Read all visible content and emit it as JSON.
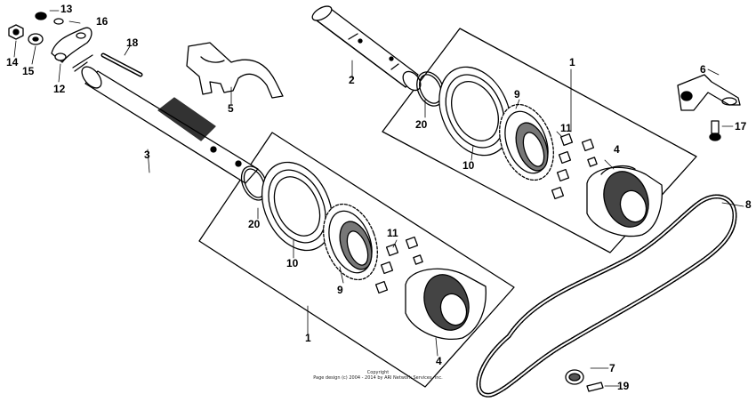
{
  "diagram": {
    "callouts": {
      "c1_top": "1",
      "c1_bottom": "1",
      "c2": "2",
      "c3": "3",
      "c4_top": "4",
      "c4_bottom": "4",
      "c5": "5",
      "c6": "6",
      "c7": "7",
      "c8": "8",
      "c9_top": "9",
      "c9_bottom": "9",
      "c10_top": "10",
      "c10_bottom": "10",
      "c11_top": "11",
      "c11_bottom": "11",
      "c12": "12",
      "c13": "13",
      "c14": "14",
      "c15": "15",
      "c16": "16",
      "c17": "17",
      "c18": "18",
      "c19": "19",
      "c20_top": "20",
      "c20_bottom": "20"
    },
    "copyright": {
      "line1": "Copyright",
      "line2": "Page design (c) 2004 - 2014 by ARI Network Services, Inc."
    },
    "colors": {
      "ink": "#000000",
      "paper": "#ffffff"
    }
  }
}
